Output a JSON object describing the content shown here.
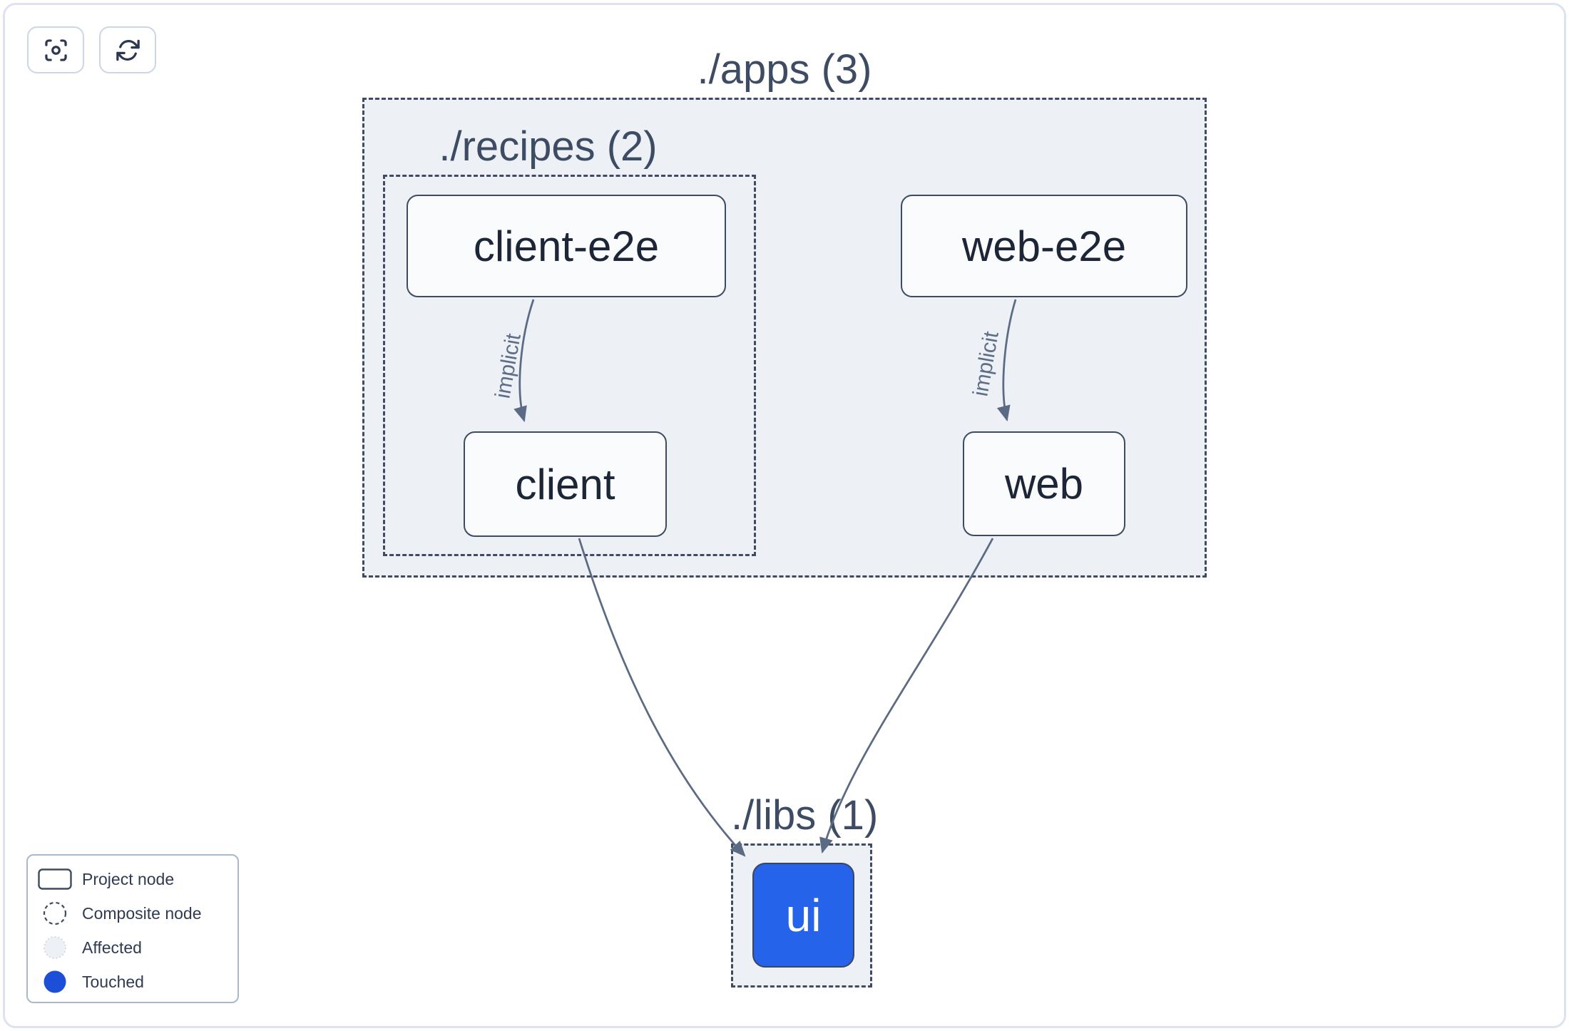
{
  "toolbar": {
    "buttons": [
      {
        "name": "focus-graph",
        "icon": "focus-icon"
      },
      {
        "name": "refresh-graph",
        "icon": "refresh-icon"
      }
    ]
  },
  "graph": {
    "containers": [
      {
        "id": "apps",
        "label": "./apps (3)",
        "project_count": 3
      },
      {
        "id": "recipes",
        "label": "./recipes (2)",
        "project_count": 2
      },
      {
        "id": "libs",
        "label": "./libs (1)",
        "project_count": 1
      }
    ],
    "nodes": [
      {
        "id": "client-e2e",
        "label": "client-e2e",
        "state": "normal",
        "container": "apps/recipes"
      },
      {
        "id": "web-e2e",
        "label": "web-e2e",
        "state": "normal",
        "container": "apps"
      },
      {
        "id": "client",
        "label": "client",
        "state": "normal",
        "container": "apps/recipes"
      },
      {
        "id": "web",
        "label": "web",
        "state": "normal",
        "container": "apps"
      },
      {
        "id": "ui",
        "label": "ui",
        "state": "touched",
        "container": "libs"
      }
    ],
    "edges": [
      {
        "from": "client-e2e",
        "to": "client",
        "label": "implicit"
      },
      {
        "from": "web-e2e",
        "to": "web",
        "label": "implicit"
      },
      {
        "from": "client",
        "to": "ui",
        "label": ""
      },
      {
        "from": "web",
        "to": "ui",
        "label": ""
      }
    ]
  },
  "legend": {
    "items": [
      {
        "icon": "project-node-icon",
        "label": "Project node"
      },
      {
        "icon": "composite-node-icon",
        "label": "Composite node"
      },
      {
        "icon": "affected-icon",
        "label": "Affected"
      },
      {
        "icon": "touched-icon",
        "label": "Touched"
      }
    ]
  },
  "colors": {
    "touched_blue": "#1d4ed8",
    "touched_node_fill": "#2563eb",
    "container_fill": "#edf1f6",
    "border_slate": "#3e4b61",
    "edge_stroke": "#5c6b84",
    "node_fill": "#fafbfd",
    "node_text": "#1d2637",
    "label_text": "#3e4c63"
  }
}
